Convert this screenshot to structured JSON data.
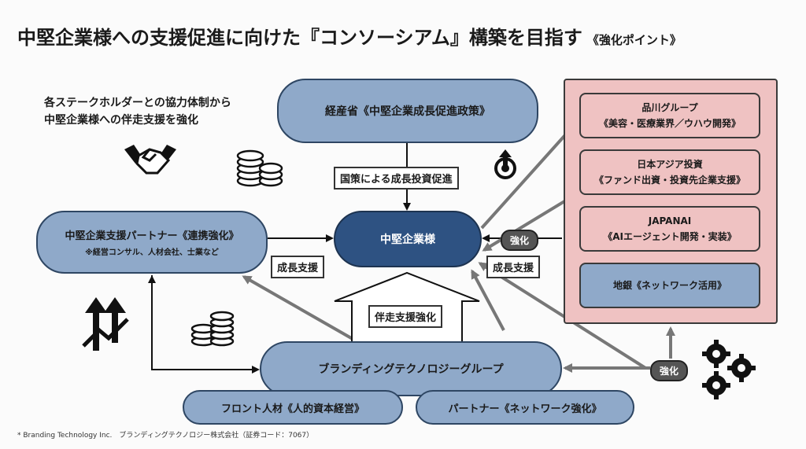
{
  "title": {
    "main": "中堅企業様への支援促進に向けた『コンソーシアム』構築を目指す",
    "sub": "《強化ポイント》"
  },
  "note": {
    "line1": "各ステークホルダーとの協力体制から",
    "line2": "中堅企業様への伴走支援を強化"
  },
  "meti": "経産省《中堅企業成長促進政策》",
  "policy_label": "国策による成長投資促進",
  "partner": {
    "title": "中堅企業支援パートナー《連携強化》",
    "sub": "※経営コンサル、人材会社、士業など"
  },
  "center": "中堅企業様",
  "growth_left": "成長支援",
  "growth_right": "成長支援",
  "accompany": "伴走支援強化",
  "btg": "ブランディングテクノロジーグループ",
  "front": "フロント人材《人的資本経営》",
  "partner_net": "パートナー《ネットワーク強化》",
  "strengthen_top": "強化",
  "strengthen_bottom": "強化",
  "right_boxes": [
    {
      "line1": "品川グループ",
      "line2": "《美容・医療業界／ウハウ開発》"
    },
    {
      "line1": "日本アジア投資",
      "line2": "《ファンド出資・投資先企業支援》"
    },
    {
      "line1": "JAPANAI",
      "line2": "《AIエージェント開発・実装》"
    },
    {
      "line1": "地銀《ネットワーク活用》"
    }
  ],
  "footer": "* Branding Technology Inc.　ブランディングテクノロジー株式会社（証券コード：7067）",
  "colors": {
    "blue_fill": "#8fa9c9",
    "center_fill": "#2e5282",
    "pink_fill": "#efc2c2",
    "tag_fill": "#555555"
  }
}
